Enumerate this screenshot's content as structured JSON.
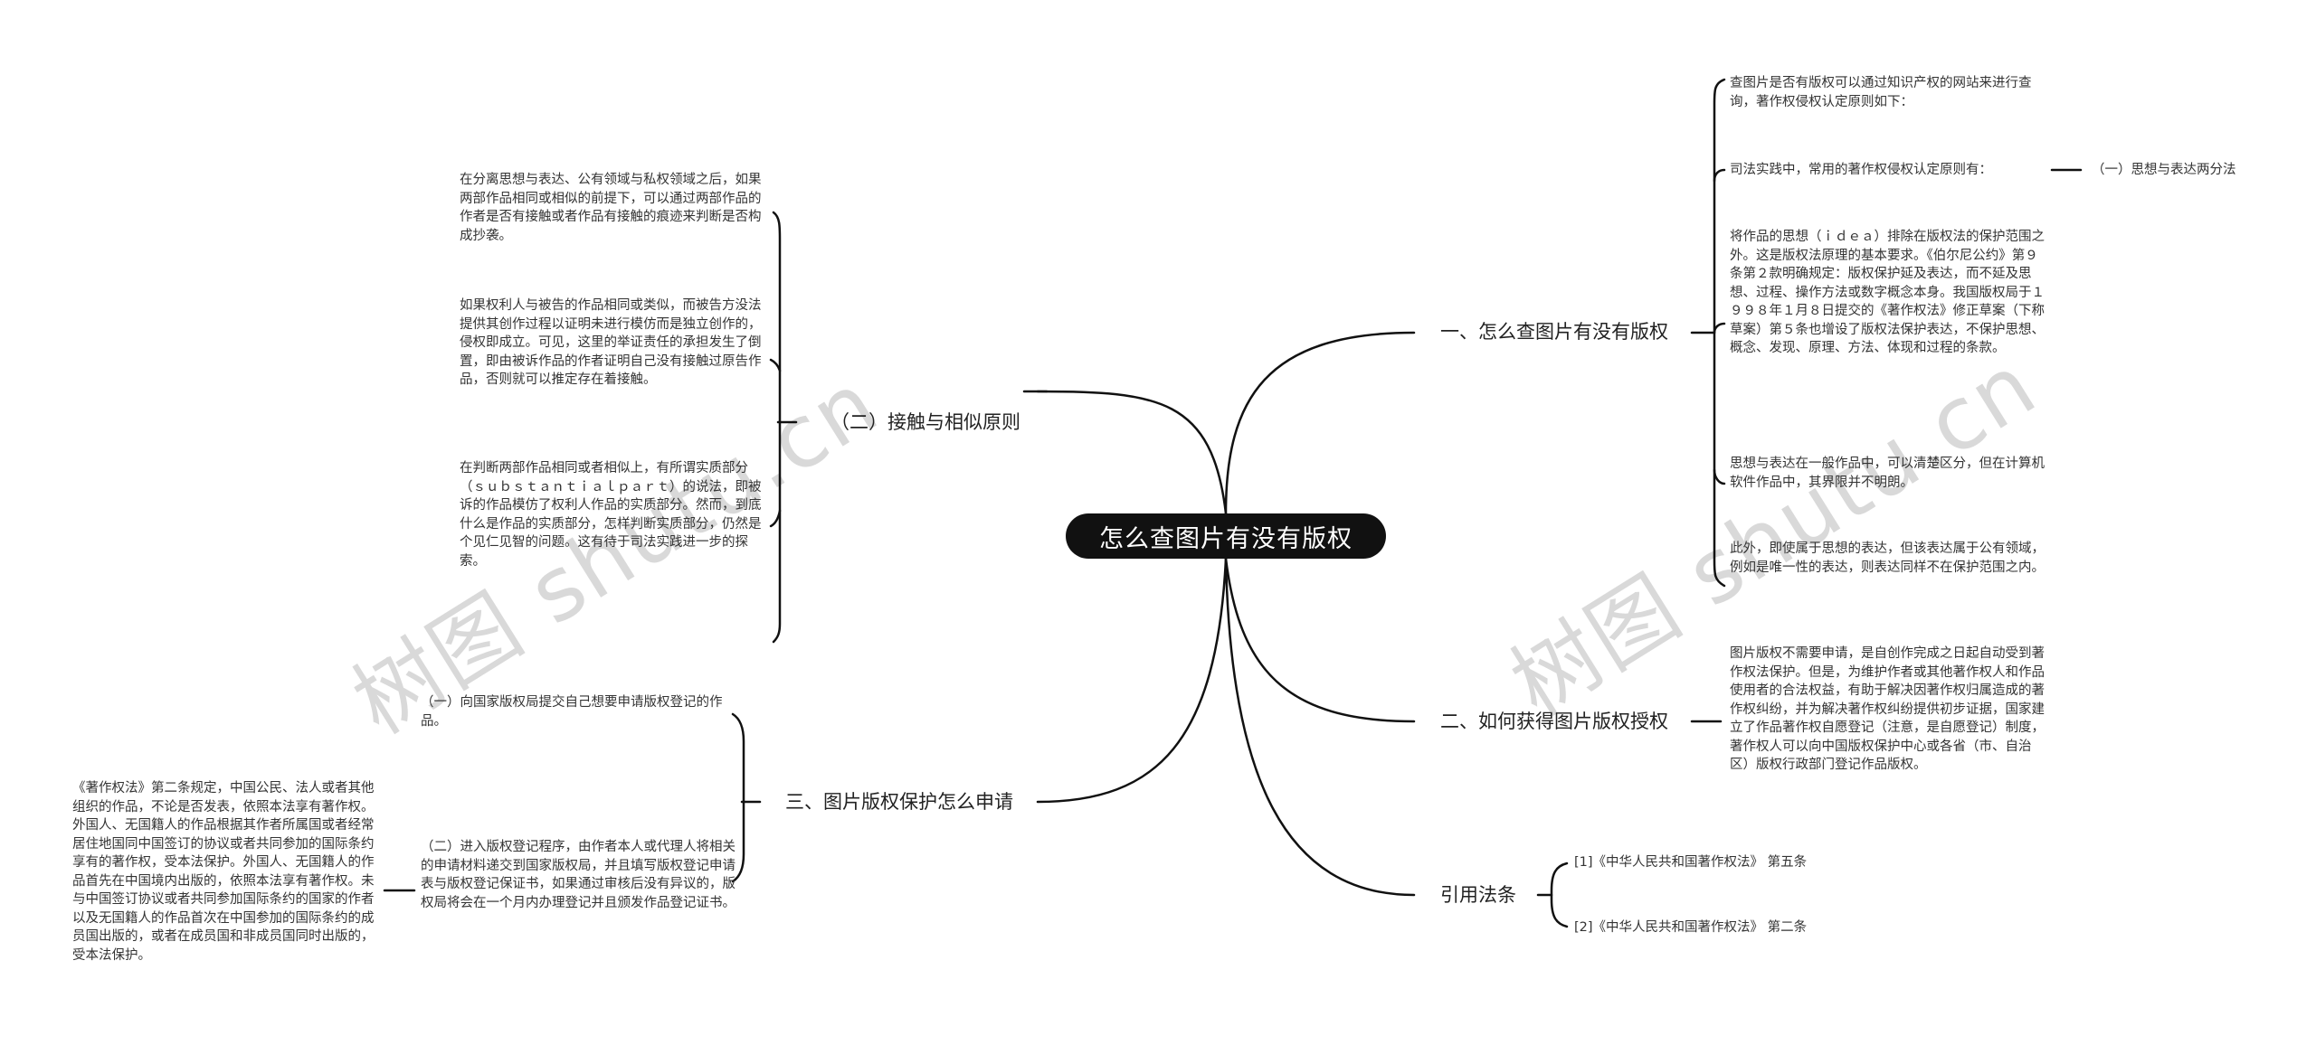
{
  "watermark": "树图 shutu.cn",
  "root": {
    "label": "怎么查图片有没有版权"
  },
  "branches": {
    "b1": {
      "label": "一、怎么查图片有没有版权",
      "children": {
        "c1": "查图片是否有版权可以通过知识产权的网站来进行查询，著作权侵权认定原则如下：",
        "c2": "司法实践中，常用的著作权侵权认定原则有：",
        "c2_child": "（一）思想与表达两分法",
        "c3": "将作品的思想（ｉｄｅａ）排除在版权法的保护范围之外。这是版权法原理的基本要求。《伯尔尼公约》第９条第２款明确规定：版权保护延及表达，而不延及思想、过程、操作方法或数字概念本身。我国版权局于１９９８年１月８日提交的《著作权法》修正草案（下称草案）第５条也增设了版权法保护表达，不保护思想、概念、发现、原理、方法、体现和过程的条款。",
        "c4": "思想与表达在一般作品中，可以清楚区分，但在计算机软件作品中，其界限并不明朗。",
        "c5": "此外，即使属于思想的表达，但该表达属于公有领域，例如是唯一性的表达，则表达同样不在保护范围之内。"
      }
    },
    "b2": {
      "label": "二、如何获得图片版权授权",
      "children": {
        "c1": "图片版权不需要申请，是自创作完成之日起自动受到著作权法保护。但是，为维护作者或其他著作权人和作品使用者的合法权益，有助于解决因著作权归属造成的著作权纠纷，并为解决著作权纠纷提供初步证据，国家建立了作品著作权自愿登记（注意，是自愿登记）制度，著作权人可以向中国版权保护中心或各省（市、自治区）版权行政部门登记作品版权。"
      }
    },
    "b3": {
      "label": "引用法条",
      "children": {
        "c1": "[1]《中华人民共和国著作权法》 第五条",
        "c2": "[2]《中华人民共和国著作权法》 第二条"
      }
    },
    "b4": {
      "label": "（二）接触与相似原则",
      "children": {
        "c1": "在分离思想与表达、公有领域与私权领域之后，如果两部作品相同或相似的前提下，可以通过两部作品的作者是否有接触或者作品有接触的痕迹来判断是否构成抄袭。",
        "c2": "如果权利人与被告的作品相同或类似，而被告方没法提供其创作过程以证明未进行模仿而是独立创作的，侵权即成立。可见，这里的举证责任的承担发生了倒置，即由被诉作品的作者证明自己没有接触过原告作品，否则就可以推定存在着接触。",
        "c3": "在判断两部作品相同或者相似上，有所谓实质部分（ｓｕｂｓｔａｎｔｉａｌｐａｒｔ）的说法，即被诉的作品模仿了权利人作品的实质部分。然而，到底什么是作品的实质部分，怎样判断实质部分，仍然是个见仁见智的问题。这有待于司法实践进一步的探索。"
      }
    },
    "b5": {
      "label": "三、图片版权保护怎么申请",
      "children": {
        "c1": "（一）向国家版权局提交自己想要申请版权登记的作品。",
        "c2": "（二）进入版权登记程序，由作者本人或代理人将相关的申请材料递交到国家版权局，并且填写版权登记申请表与版权登记保证书，如果通过审核后没有异议的，版权局将会在一个月内办理登记并且颁发作品登记证书。",
        "c2_child": "《著作权法》第二条规定，中国公民、法人或者其他组织的作品，不论是否发表，依照本法享有著作权。外国人、无国籍人的作品根据其作者所属国或者经常居住地国同中国签订的协议或者共同参加的国际条约享有的著作权，受本法保护。外国人、无国籍人的作品首先在中国境内出版的，依照本法享有著作权。未与中国签订协议或者共同参加国际条约的国家的作者以及无国籍人的作品首次在中国参加的国际条约的成员国出版的，或者在成员国和非成员国同时出版的，受本法保护。"
      }
    }
  }
}
